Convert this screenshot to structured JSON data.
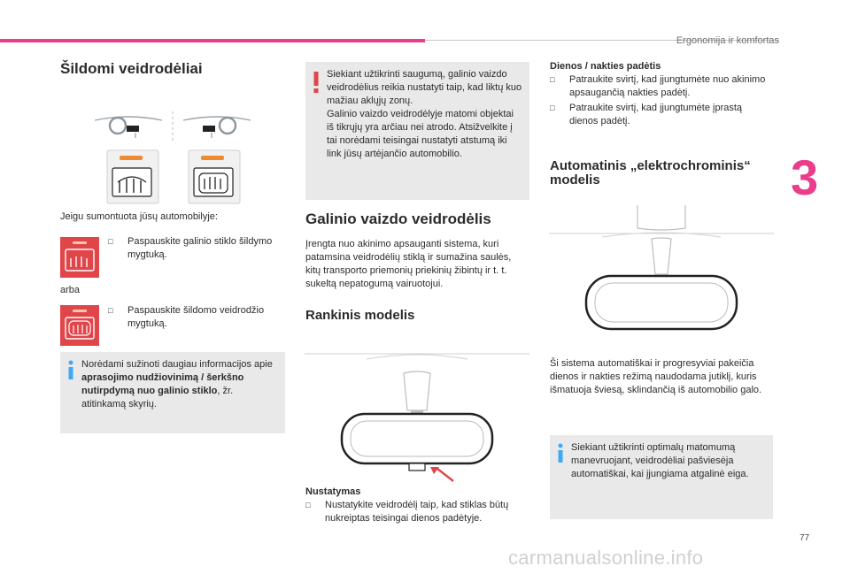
{
  "header": {
    "chapter_title": "Ergonomija ir komfortas",
    "chapter_number": "3"
  },
  "page_number": "77",
  "watermark": "carmanualsonline.info",
  "colors": {
    "accent": "#e83e8c",
    "warning": "#e0454a",
    "note_background": "#e9e9e9",
    "info": "#3fa9f5"
  },
  "col1": {
    "title": "Šildomi veidrodėliai",
    "intro": "Jeigu sumontuota jūsų automobilyje:",
    "step1": "Paspauskite galinio stiklo šildymo mygtuką.",
    "or": "arba",
    "step2": "Paspauskite šildomo veidrodžio mygtuką.",
    "note": {
      "part1": "Norėdami sužinoti daugiau informacijos apie ",
      "bold": "aprasojimo nudžiovinimą / šerkšno nutirpdymą nuo galinio stiklo",
      "part2": ", žr. atitinkamą skyrių."
    }
  },
  "col2": {
    "warning": {
      "line1": "Siekiant užtikrinti saugumą, galinio vaizdo veidrodėlius reikia nustatyti taip, kad liktų kuo mažiau aklųjų zonų.",
      "line2": "Galinio vaizdo veidrodėlyje matomi objektai iš tikrųjų yra arčiau nei atrodo. Atsižvelkite į tai norėdami teisingai nustatyti atstumą iki link jūsų artėjančio automobilio."
    },
    "title": "Galinio vaizdo veidrodėlis",
    "intro": "Įrengta nuo akinimo apsauganti sistema, kuri patamsina veidrodėlių stiklą ir sumažina saulės, kitų transporto priemonių priekinių žibintų ir t. t. sukeltą nepatogumą vairuotojui.",
    "subtitle": "Rankinis modelis",
    "adjust_title": "Nustatymas",
    "adjust_step": "Nustatykite veidrodėlį taip, kad stiklas būtų nukreiptas teisingai dienos padėtyje."
  },
  "col3": {
    "daynight_title": "Dienos / nakties padėtis",
    "step1": "Patraukite svirtį, kad įjungtumėte nuo akinimo apsaugančią nakties padėtį.",
    "step2": "Patraukite svirtį, kad įjungtumėte įprastą dienos padėtį.",
    "auto_title": "Automatinis „elektrochrominis“ modelis",
    "auto_text": "Ši sistema automatiškai ir progresyviai pakeičia dienos ir nakties režimą naudodama jutiklį, kuris išmatuoja šviesą, sklindančią iš automobilio galo.",
    "note": "Siekiant užtikrinti optimalų matomumą manevruojant, veidrodėliai pašviesėja automatiškai, kai įjungiama atgalinė eiga."
  }
}
